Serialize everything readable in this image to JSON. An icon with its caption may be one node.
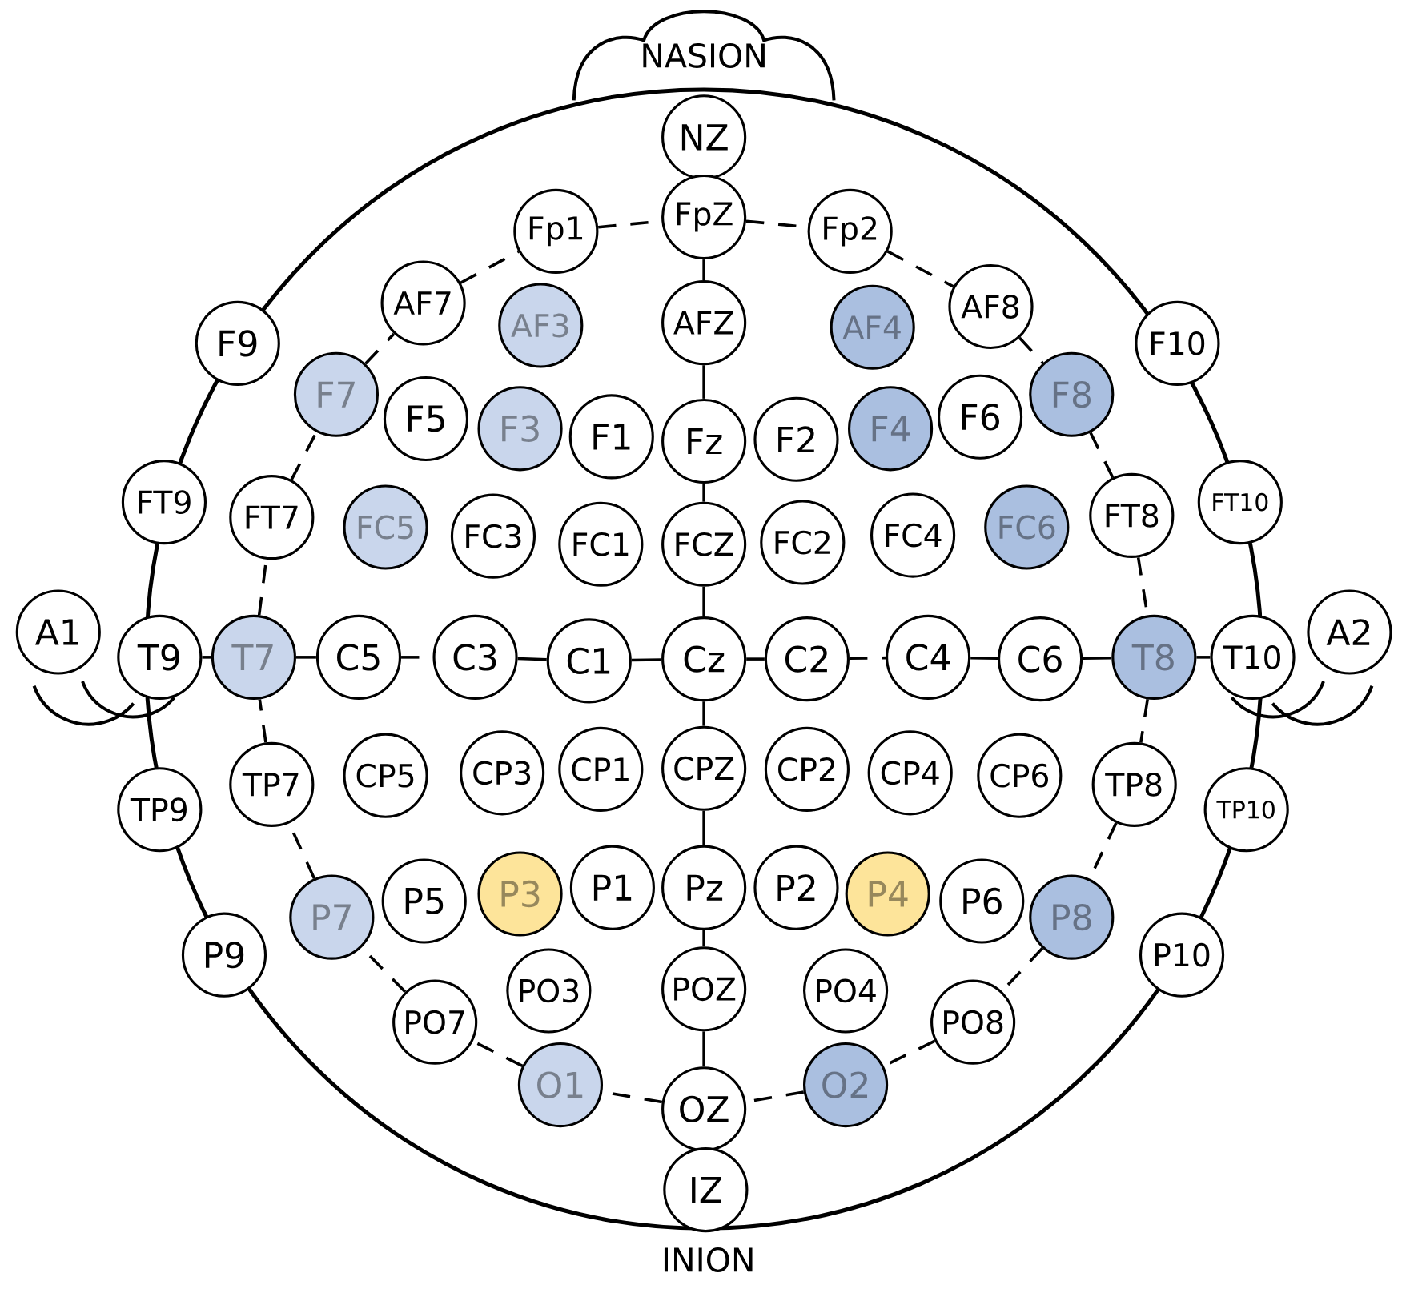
{
  "diagram": {
    "nodes": [
      {
        "text": [
          "NZ"
        ]
      },
      {
        "text": [
          "Fp1"
        ]
      },
      {
        "text": [
          "FpZ"
        ]
      },
      {
        "text": [
          "Fp2"
        ]
      },
      {
        "text": [
          "AF7"
        ]
      },
      {
        "text": [
          "AF3"
        ]
      },
      {
        "text": [
          "AFZ"
        ]
      },
      {
        "text": [
          "AF4"
        ]
      },
      {
        "text": [
          "AF8"
        ]
      },
      {
        "text": [
          "F9"
        ]
      },
      {
        "text": [
          "F10"
        ]
      },
      {
        "text": [
          "F7"
        ]
      },
      {
        "text": [
          "F5"
        ]
      },
      {
        "text": [
          "F3"
        ]
      },
      {
        "text": [
          "F1"
        ]
      },
      {
        "text": [
          "Fz"
        ]
      },
      {
        "text": [
          "F2"
        ]
      },
      {
        "text": [
          "F4"
        ]
      },
      {
        "text": [
          "F6"
        ]
      },
      {
        "text": [
          "F8"
        ]
      },
      {
        "text": [
          "FT9"
        ]
      },
      {
        "text": [
          "FT7"
        ]
      },
      {
        "text": [
          "FC5"
        ]
      },
      {
        "text": [
          "FC3"
        ]
      },
      {
        "text": [
          "FC1"
        ]
      },
      {
        "text": [
          "FCZ"
        ]
      },
      {
        "text": [
          "FC2"
        ]
      },
      {
        "text": [
          "FC4"
        ]
      },
      {
        "text": [
          "FC6"
        ]
      },
      {
        "text": [
          "FT8"
        ]
      },
      {
        "text": [
          "FT10"
        ]
      },
      {
        "text": [
          "A1"
        ]
      },
      {
        "text": [
          "T9"
        ]
      },
      {
        "text": [
          "T7"
        ]
      },
      {
        "text": [
          "C5"
        ]
      },
      {
        "text": [
          "C3"
        ]
      },
      {
        "text": [
          "C1"
        ]
      },
      {
        "text": [
          "Cz"
        ]
      },
      {
        "text": [
          "C2"
        ]
      },
      {
        "text": [
          "C4"
        ]
      },
      {
        "text": [
          "C6"
        ]
      },
      {
        "text": [
          "T8"
        ]
      },
      {
        "text": [
          "T10"
        ]
      },
      {
        "text": [
          "A2"
        ]
      },
      {
        "text": [
          "TP9"
        ]
      },
      {
        "text": [
          "TP7"
        ]
      },
      {
        "text": [
          "CP5"
        ]
      },
      {
        "text": [
          "CP3"
        ]
      },
      {
        "text": [
          "CP1"
        ]
      },
      {
        "text": [
          "CPZ"
        ]
      },
      {
        "text": [
          "CP2"
        ]
      },
      {
        "text": [
          "CP4"
        ]
      },
      {
        "text": [
          "CP6"
        ]
      },
      {
        "text": [
          "TP8"
        ]
      },
      {
        "text": [
          "TP10"
        ]
      },
      {
        "text": [
          "P9"
        ]
      },
      {
        "text": [
          "P7"
        ]
      },
      {
        "text": [
          "P5"
        ]
      },
      {
        "text": [
          "P3"
        ]
      },
      {
        "text": [
          "P1"
        ]
      },
      {
        "text": [
          "Pz"
        ]
      },
      {
        "text": [
          "P2"
        ]
      },
      {
        "text": [
          "P4"
        ]
      },
      {
        "text": [
          "P6"
        ]
      },
      {
        "text": [
          "P8"
        ]
      },
      {
        "text": [
          "P10"
        ]
      },
      {
        "text": [
          "PO7"
        ]
      },
      {
        "text": [
          "PO3"
        ]
      },
      {
        "text": [
          "POZ"
        ]
      },
      {
        "text": [
          "PO4"
        ]
      },
      {
        "text": [
          "PO8"
        ]
      },
      {
        "text": [
          "O1"
        ]
      },
      {
        "text": [
          "OZ"
        ]
      },
      {
        "text": [
          "O2"
        ]
      },
      {
        "text": [
          "IZ"
        ]
      }
    ],
    "edges": [
      {
        "from": 1,
        "to": 2,
        "arrow": "none",
        "style": "dashed"
      },
      {
        "from": 2,
        "to": 3,
        "arrow": "none",
        "style": "dashed"
      },
      {
        "from": 3,
        "to": 8,
        "arrow": "none",
        "style": "dashed"
      },
      {
        "from": 8,
        "to": 19,
        "arrow": "none",
        "style": "dashed"
      },
      {
        "from": 19,
        "to": 29,
        "arrow": "none",
        "style": "dashed"
      },
      {
        "from": 29,
        "to": 41,
        "arrow": "none",
        "style": "dashed"
      },
      {
        "from": 41,
        "to": 53,
        "arrow": "none",
        "style": "dashed"
      },
      {
        "from": 53,
        "to": 64,
        "arrow": "none",
        "style": "dashed"
      },
      {
        "from": 64,
        "to": 70,
        "arrow": "none",
        "style": "dashed"
      },
      {
        "from": 70,
        "to": 73,
        "arrow": "none",
        "style": "dashed"
      },
      {
        "from": 73,
        "to": 72,
        "arrow": "none",
        "style": "dashed"
      },
      {
        "from": 72,
        "to": 71,
        "arrow": "none",
        "style": "dashed"
      },
      {
        "from": 71,
        "to": 66,
        "arrow": "none",
        "style": "dashed"
      },
      {
        "from": 66,
        "to": 56,
        "arrow": "none",
        "style": "dashed"
      },
      {
        "from": 56,
        "to": 45,
        "arrow": "none",
        "style": "dashed"
      },
      {
        "from": 45,
        "to": 33,
        "arrow": "none",
        "style": "dashed"
      },
      {
        "from": 33,
        "to": 21,
        "arrow": "none",
        "style": "dashed"
      },
      {
        "from": 21,
        "to": 11,
        "arrow": "none",
        "style": "dashed"
      },
      {
        "from": 11,
        "to": 4,
        "arrow": "none",
        "style": "dashed"
      },
      {
        "from": 4,
        "to": 1,
        "arrow": "none",
        "style": "dashed"
      },
      {
        "from": 2,
        "to": 6,
        "arrow": "none"
      },
      {
        "from": 6,
        "to": 15,
        "arrow": "none"
      },
      {
        "from": 15,
        "to": 25,
        "arrow": "none"
      },
      {
        "from": 25,
        "to": 37,
        "arrow": "none"
      },
      {
        "from": 37,
        "to": 49,
        "arrow": "none"
      },
      {
        "from": 49,
        "to": 60,
        "arrow": "none"
      },
      {
        "from": 60,
        "to": 68,
        "arrow": "none"
      },
      {
        "from": 68,
        "to": 72,
        "arrow": "none"
      },
      {
        "from": 32,
        "to": 33,
        "arrow": "none"
      },
      {
        "from": 33,
        "to": 34,
        "arrow": "none"
      },
      {
        "from": 34,
        "to": 35,
        "arrow": "none",
        "style": "dashed"
      },
      {
        "from": 35,
        "to": 36,
        "arrow": "none"
      },
      {
        "from": 36,
        "to": 37,
        "arrow": "none"
      },
      {
        "from": 37,
        "to": 38,
        "arrow": "none"
      },
      {
        "from": 38,
        "to": 39,
        "arrow": "none",
        "style": "dashed"
      },
      {
        "from": 39,
        "to": 40,
        "arrow": "none"
      },
      {
        "from": 40,
        "to": 41,
        "arrow": "none"
      },
      {
        "from": 41,
        "to": 42,
        "arrow": "none"
      }
    ],
    "labels": [
      "NASION",
      "INION"
    ]
  }
}
